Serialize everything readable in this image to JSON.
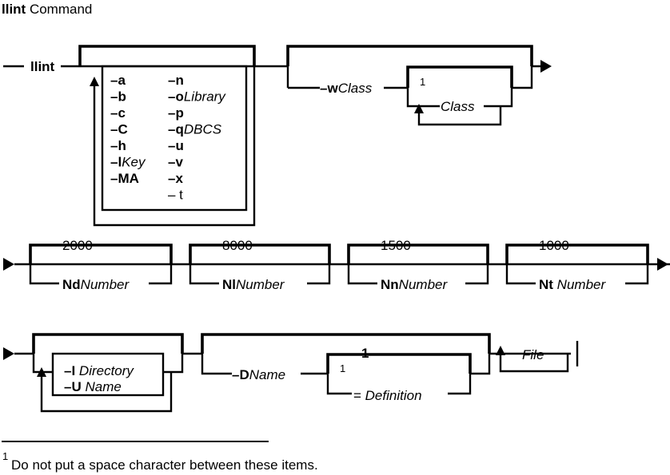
{
  "title": {
    "command": "llint",
    "rest": " Command"
  },
  "command_name": "llint",
  "flags_col1": [
    {
      "b": "–a",
      "i": ""
    },
    {
      "b": "–b",
      "i": ""
    },
    {
      "b": "–c",
      "i": ""
    },
    {
      "b": "–C",
      "i": ""
    },
    {
      "b": "–h",
      "i": ""
    },
    {
      "b": "–l",
      "i": "Key"
    },
    {
      "b": "–MA",
      "i": ""
    }
  ],
  "flags_col2": [
    {
      "b": "–n",
      "i": ""
    },
    {
      "b": "–o",
      "i": "Library"
    },
    {
      "b": "–p",
      "i": ""
    },
    {
      "b": "–q",
      "i": "DBCS"
    },
    {
      "b": "–u",
      "i": ""
    },
    {
      "b": "–v",
      "i": ""
    },
    {
      "b": "–x",
      "i": ""
    },
    {
      "b": "",
      "i": "",
      "plain": "– t"
    }
  ],
  "w_option": {
    "b": "–w",
    "i": "Class"
  },
  "class_item": "Class",
  "footnote_ref": "1",
  "row2": [
    {
      "default": "2000",
      "b": "Nd",
      "i": "Number"
    },
    {
      "default": "8000",
      "b": "Nl",
      "i": "Number"
    },
    {
      "default": "1500",
      "b": "Nn",
      "i": "Number"
    },
    {
      "default": "1000",
      "b": "Nt ",
      "i": "Number"
    }
  ],
  "row3": {
    "I_opt": {
      "b": "–I",
      "i": " Directory"
    },
    "U_opt": {
      "b": "–U",
      "i": " Name"
    },
    "D_opt": {
      "b": "–D",
      "i": "Name"
    },
    "def_one": "1",
    "eq_def": {
      "plain": "= ",
      "i": "Definition"
    },
    "file": "File"
  },
  "footnote": {
    "mark": "1",
    "text": "Do not put a space character between these items."
  }
}
